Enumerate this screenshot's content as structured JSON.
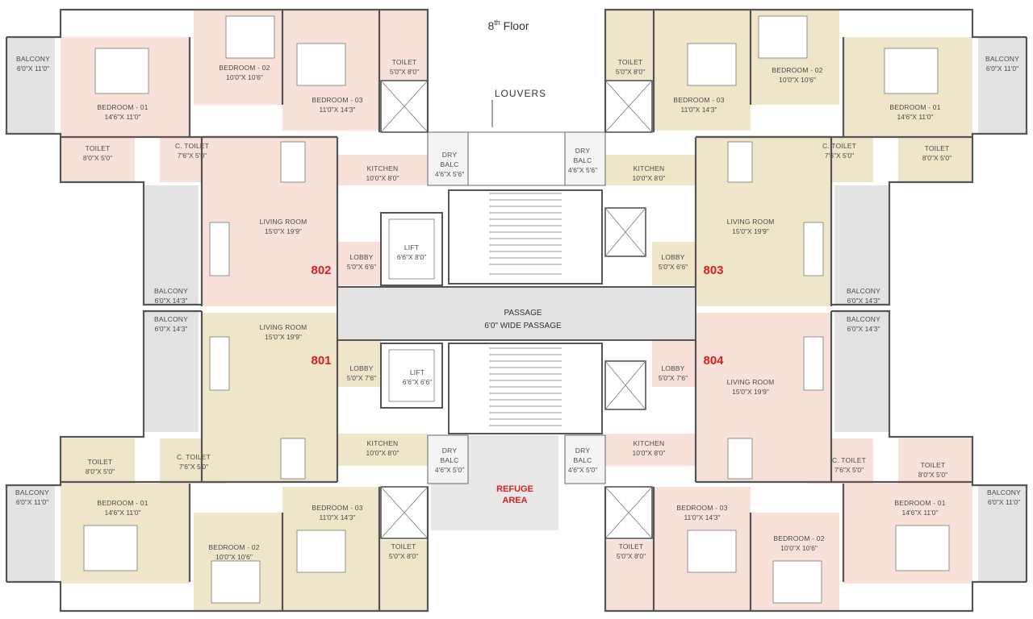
{
  "title": {
    "main": "8",
    "sup": "th",
    "rest": " Floor"
  },
  "louvers": "LOUVERS",
  "passage": {
    "line1": "PASSAGE",
    "line2": "6'0\" WIDE PASSAGE"
  },
  "refuge": {
    "line1": "REFUGE",
    "line2": "AREA"
  },
  "flats": {
    "f801": "801",
    "f802": "802",
    "f803": "803",
    "f804": "804"
  },
  "colors": {
    "pink": "#f8e1d8",
    "beige": "#efe5c8",
    "balcony": "#e3e3e3",
    "flat_number": "#d42020"
  },
  "rooms": {
    "tl_balcony": {
      "name": "BALCONY",
      "dim": "6'0\"X 11'0\""
    },
    "tl_bed1": {
      "name": "BEDROOM - 01",
      "dim": "14'6\"X 11'0\""
    },
    "tl_bed2": {
      "name": "BEDROOM - 02",
      "dim": "10'0\"X 10'6\""
    },
    "tl_bed3": {
      "name": "BEDROOM - 03",
      "dim": "11'0\"X 14'3\""
    },
    "tl_toilet": {
      "name": "TOILET",
      "dim": "5'0\"X 8'0\""
    },
    "tl_toilet2": {
      "name": "TOILET",
      "dim": "8'0\"X 5'0\""
    },
    "tl_ctoilet": {
      "name": "C. TOILET",
      "dim": "7'6\"X 5'0\""
    },
    "tl_kitchen": {
      "name": "KITCHEN",
      "dim": "10'0\"X 8'0\""
    },
    "tl_dry": {
      "name": "DRY",
      "name2": "BALC",
      "dim": "4'6\"X 5'6\""
    },
    "tl_living": {
      "name": "LIVING ROOM",
      "dim": "15'0\"X 19'9\""
    },
    "tl_lobby": {
      "name": "LOBBY",
      "dim": "5'0\"X 6'6\""
    },
    "tl_bal2": {
      "name": "BALCONY",
      "dim": "6'0\"X 14'3\""
    },
    "lift1": {
      "name": "LIFT",
      "dim": "6'6\"X 8'0\""
    },
    "tr_balcony": {
      "name": "BALCONY",
      "dim": "6'0\"X 11'0\""
    },
    "tr_bed1": {
      "name": "BEDROOM - 01",
      "dim": "14'6\"X 11'0\""
    },
    "tr_bed2": {
      "name": "BEDROOM - 02",
      "dim": "10'0\"X 10'6\""
    },
    "tr_bed3": {
      "name": "BEDROOM - 03",
      "dim": "11'0\"X 14'3\""
    },
    "tr_toilet": {
      "name": "TOILET",
      "dim": "5'0\"X 8'0\""
    },
    "tr_toilet2": {
      "name": "TOILET",
      "dim": "8'0\"X 5'0\""
    },
    "tr_ctoilet": {
      "name": "C. TOILET",
      "dim": "7'6\"X 5'0\""
    },
    "tr_kitchen": {
      "name": "KITCHEN",
      "dim": "10'0\"X 8'0\""
    },
    "tr_dry": {
      "name": "DRY",
      "name2": "BALC",
      "dim": "4'6\"X 5'6\""
    },
    "tr_living": {
      "name": "LIVING ROOM",
      "dim": "15'0\"X 19'9\""
    },
    "tr_lobby": {
      "name": "LOBBY",
      "dim": "5'0\"X 6'6\""
    },
    "tr_bal2": {
      "name": "BALCONY",
      "dim": "6'0\"X 14'3\""
    },
    "bl_bal2": {
      "name": "BALCONY",
      "dim": "6'0\"X 14'3\""
    },
    "bl_living": {
      "name": "LIVING ROOM",
      "dim": "15'0\"X 19'9\""
    },
    "bl_lobby": {
      "name": "LOBBY",
      "dim": "5'0\"X 7'6\""
    },
    "lift2": {
      "name": "LIFT",
      "dim": "6'6\"X 6'6\""
    },
    "bl_kitchen": {
      "name": "KITCHEN",
      "dim": "10'0\"X 8'0\""
    },
    "bl_dry": {
      "name": "DRY",
      "name2": "BALC",
      "dim": "4'6\"X 5'0\""
    },
    "bl_toilet2": {
      "name": "TOILET",
      "dim": "8'0\"X 5'0\""
    },
    "bl_ctoilet": {
      "name": "C. TOILET",
      "dim": "7'6\"X 5'0\""
    },
    "bl_balcony": {
      "name": "BALCONY",
      "dim": "6'0\"X 11'0\""
    },
    "bl_bed1": {
      "name": "BEDROOM - 01",
      "dim": "14'6\"X 11'0\""
    },
    "bl_bed2": {
      "name": "BEDROOM - 02",
      "dim": "10'0\"X 10'6\""
    },
    "bl_bed3": {
      "name": "BEDROOM - 03",
      "dim": "11'0\"X 14'3\""
    },
    "bl_toilet": {
      "name": "TOILET",
      "dim": "5'0\"X 8'0\""
    },
    "br_bal2": {
      "name": "BALCONY",
      "dim": "6'0\"X 14'3\""
    },
    "br_living": {
      "name": "LIVING ROOM",
      "dim": "15'0\"X 19'9\""
    },
    "br_lobby": {
      "name": "LOBBY",
      "dim": "5'0\"X 7'6\""
    },
    "br_kitchen": {
      "name": "KITCHEN",
      "dim": "10'0\"X 8'0\""
    },
    "br_dry": {
      "name": "DRY",
      "name2": "BALC",
      "dim": "4'6\"X 5'0\""
    },
    "br_toilet2": {
      "name": "TOILET",
      "dim": "8'0\"X 5'0\""
    },
    "br_ctoilet": {
      "name": "C. TOILET",
      "dim": "7'6\"X 5'0\""
    },
    "br_balcony": {
      "name": "BALCONY",
      "dim": "6'0\"X 11'0\""
    },
    "br_bed1": {
      "name": "BEDROOM - 01",
      "dim": "14'6\"X 11'0\""
    },
    "br_bed2": {
      "name": "BEDROOM - 02",
      "dim": "10'0\"X 10'6\""
    },
    "br_bed3": {
      "name": "BEDROOM - 03",
      "dim": "11'0\"X 14'3\""
    },
    "br_toilet": {
      "name": "TOILET",
      "dim": "5'0\"X 8'0\""
    }
  }
}
